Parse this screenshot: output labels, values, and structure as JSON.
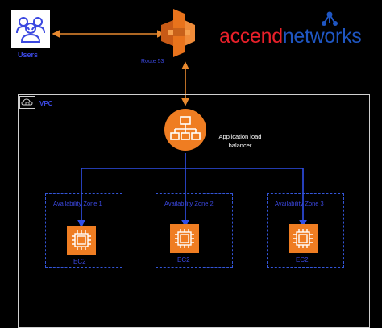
{
  "brand": {
    "part1": "accend",
    "part2": "networks",
    "color1": "#e8202a",
    "color2": "#1f56c2"
  },
  "users": {
    "label": "Users",
    "icon": "users-icon"
  },
  "route53": {
    "label": "Route 53",
    "icon": "route53-icon",
    "color": "#e8731c"
  },
  "vpc": {
    "label": "VPC",
    "icon": "vpc-cloud-icon"
  },
  "alb": {
    "label_line1": "Application load",
    "label_line2": "balancer",
    "icon": "load-balancer-icon",
    "color": "#ef7d22"
  },
  "zones": [
    {
      "label": "Availability Zone 1",
      "instance": "EC2"
    },
    {
      "label": "Availability Zone 2",
      "instance": "EC2"
    },
    {
      "label": "Availability Zone 3",
      "instance": "EC2"
    }
  ],
  "colors": {
    "orange_arrow": "#e8892f",
    "blue_line": "#2f4fe8",
    "ec2": "#ef7d22",
    "label_blue": "#3b48e0"
  }
}
